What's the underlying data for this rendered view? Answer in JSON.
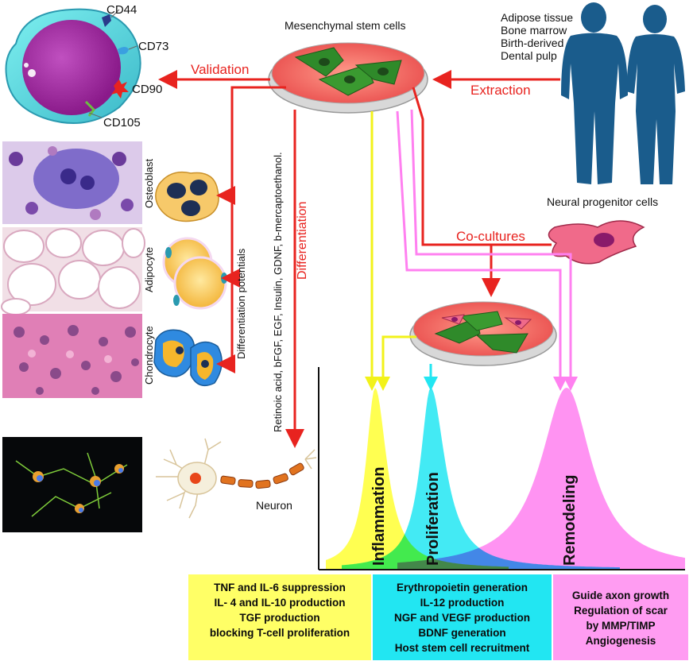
{
  "surface_markers": [
    "CD44",
    "CD73",
    "CD90",
    "CD105"
  ],
  "msc_title": "Mesenchymal stem cells",
  "sources": [
    "Adipose tissue",
    "Bone marrow",
    "Birth-derived",
    "Dental pulp"
  ],
  "arrows": {
    "validation": "Validation",
    "extraction": "Extraction",
    "differentiation": "Differentiation",
    "co_cultures": "Co-cultures",
    "differentiation_potentials": "Differentiation potentials",
    "factors": "Retinoic acid, bFGF, EGF, Insulin, GDNF, b-mercaptoethanol."
  },
  "cell_types": {
    "osteoblast": "Osteoblast",
    "adipocyte": "Adipocyte",
    "chondrocyte": "Chondrocyte",
    "neuron": "Neuron",
    "neural_progenitor": "Neural progenitor cells"
  },
  "phases": [
    {
      "name": "Inflammation",
      "color": "#ffff33"
    },
    {
      "name": "Proliferation",
      "color": "#22e6f2"
    },
    {
      "name": "Remodeling",
      "color": "#ff80f0"
    }
  ],
  "boxes": {
    "inflammation": [
      "TNF and IL-6 suppression",
      "IL- 4 and IL-10 production",
      "TGF production",
      "blocking T-cell proliferation"
    ],
    "proliferation": [
      "Erythropoietin generation",
      "IL-12  production",
      "NGF and VEGF production",
      "BDNF generation",
      "Host stem cell recruitment"
    ],
    "remodeling": [
      "Guide axon growth",
      "Regulation of scar",
      "by MMP/TIMP",
      "Angiogenesis"
    ]
  },
  "colors": {
    "red_arrow": "#e8231f",
    "yellow": "#ffff33",
    "cyan": "#22e6f2",
    "magenta": "#ff80f0",
    "silhouette": "#1a5c8c",
    "dish": "#f06a6a",
    "msc_cell": "#2f8a2a"
  }
}
